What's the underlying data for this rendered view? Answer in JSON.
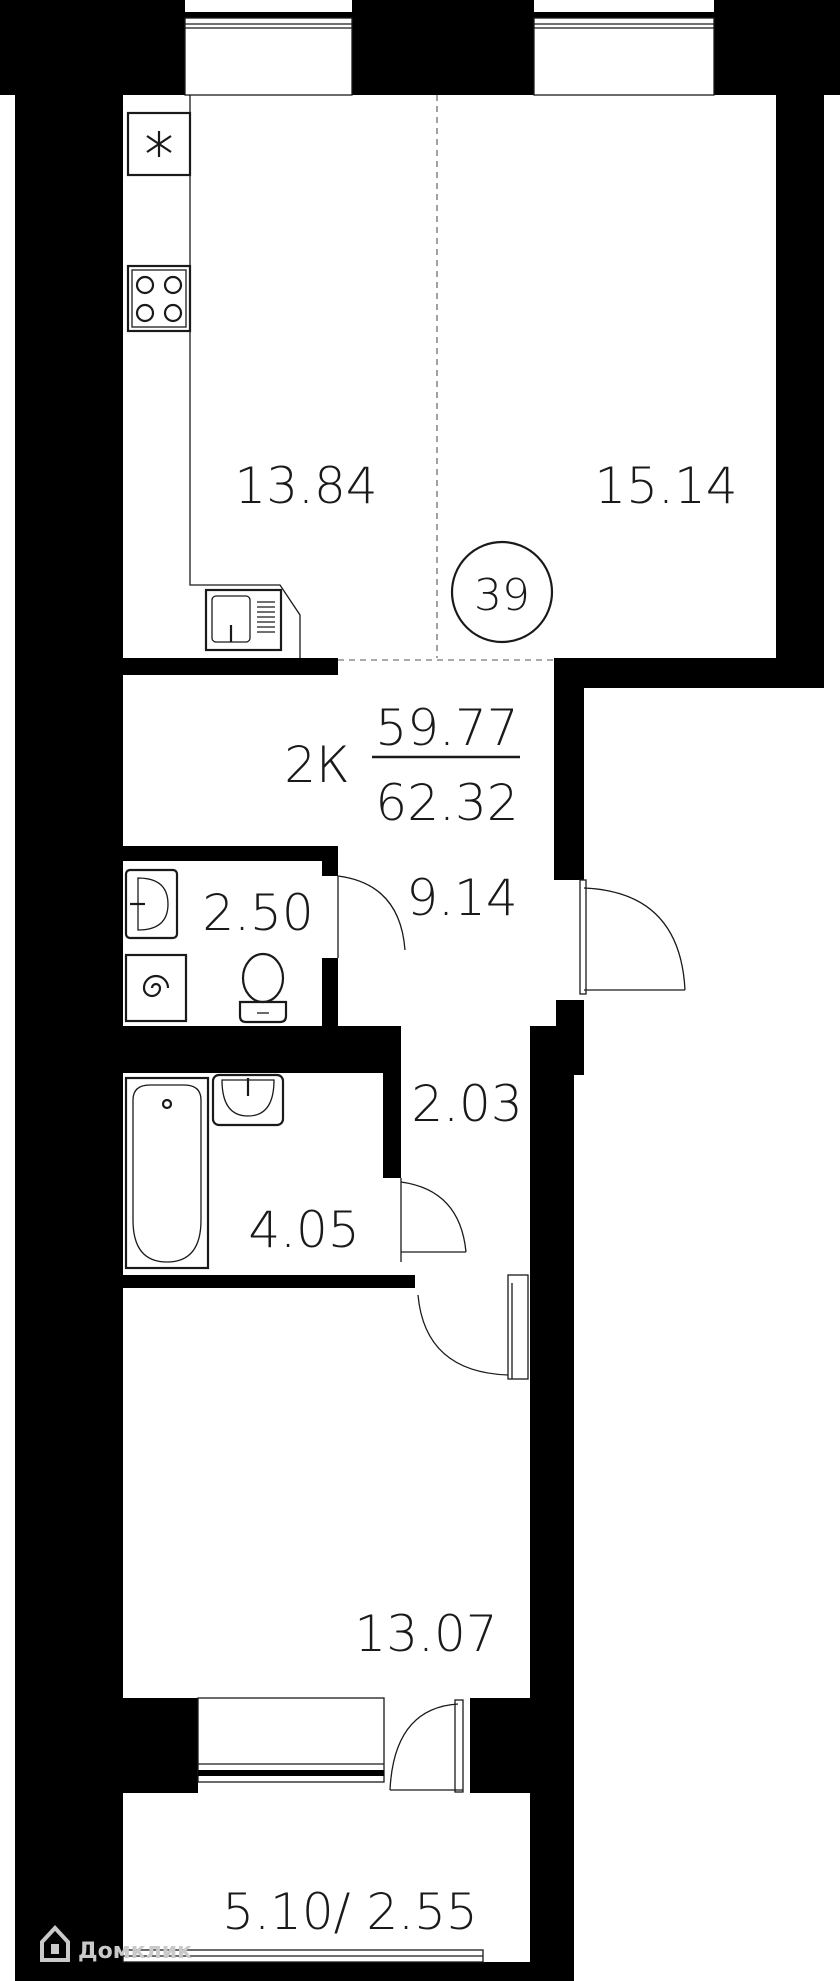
{
  "plan": {
    "apartment_number": "39",
    "type_code": "2К",
    "area_living": "59.77",
    "area_total": "62.32"
  },
  "rooms": {
    "kitchen": "13.84",
    "living_room": "15.14",
    "hallway": "9.14",
    "toilet": "2.50",
    "corridor": "2.03",
    "bathroom": "4.05",
    "bedroom": "13.07",
    "balcony": "5.10/ 2.55"
  },
  "watermark": {
    "text": "Домклик"
  },
  "colors": {
    "wall": "#000000",
    "line": "#1a1a1a",
    "background": "#ffffff",
    "watermark": "#c9c9c9"
  },
  "icons": [
    "ventilation-icon",
    "stove-icon",
    "sink-icon",
    "toilet-icon",
    "washing-machine-icon",
    "bathtub-icon",
    "door-icon",
    "logo-icon"
  ]
}
